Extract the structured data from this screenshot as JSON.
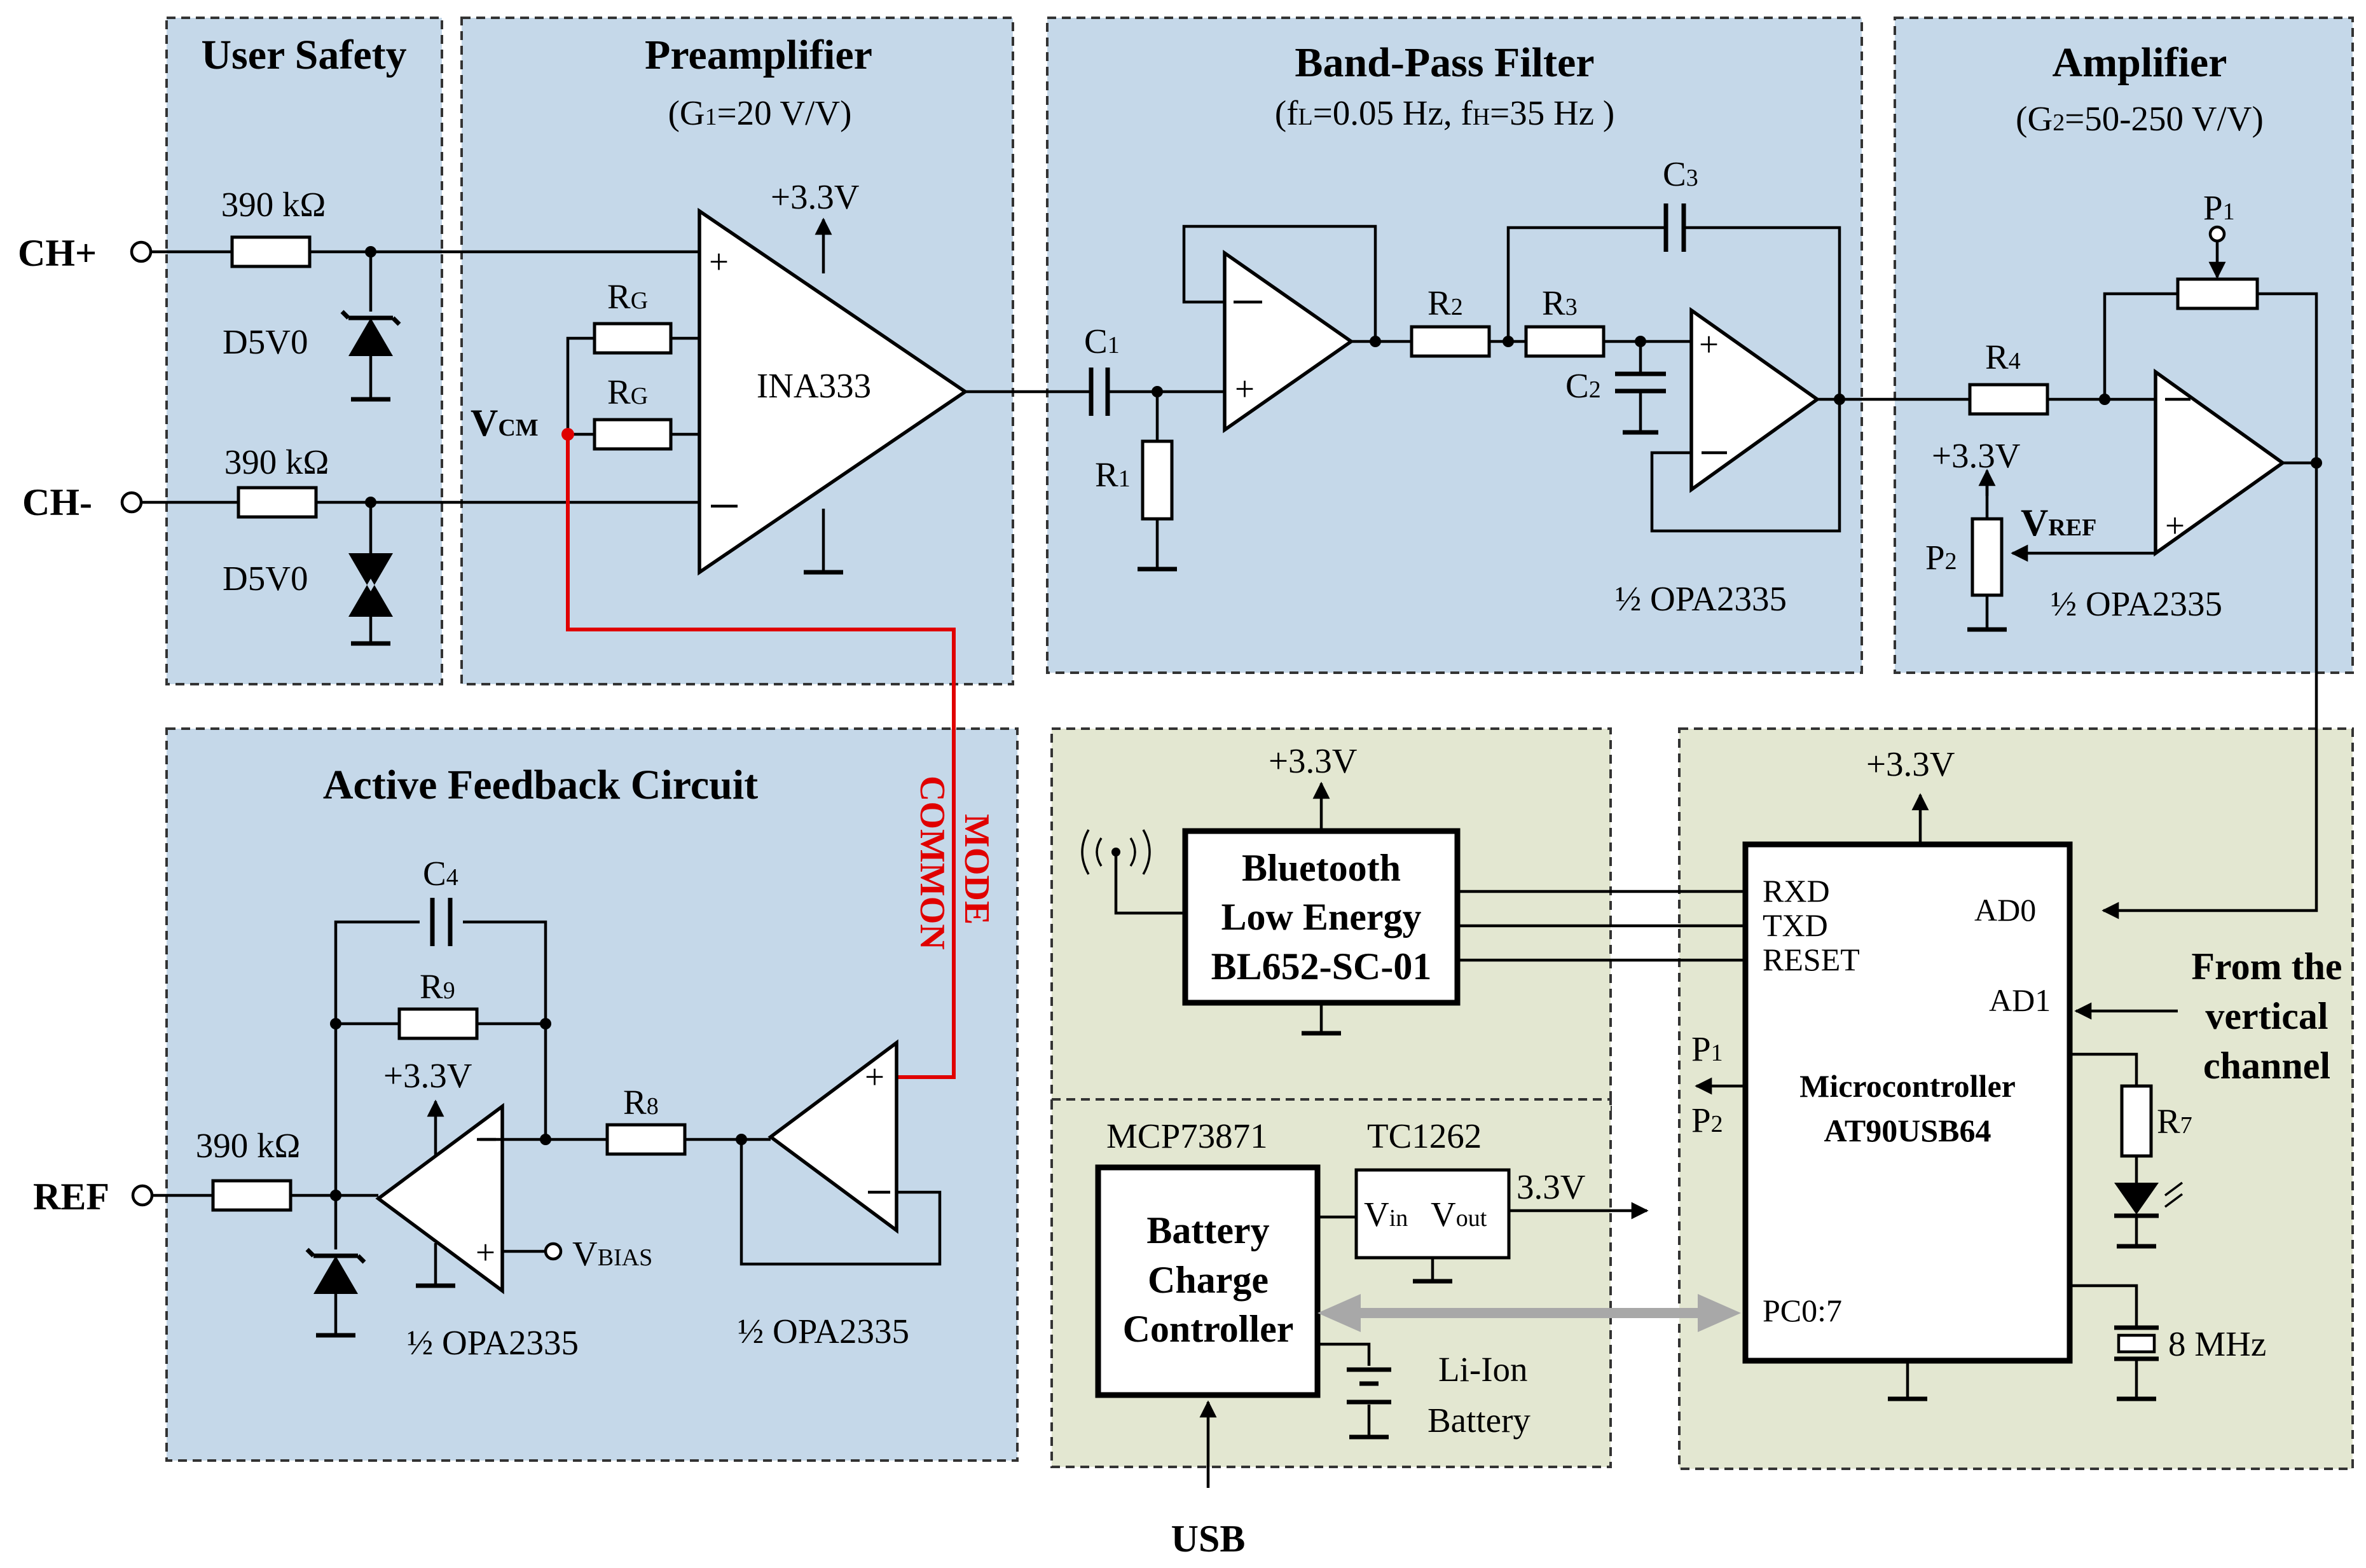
{
  "blocks": {
    "user_safety": {
      "title": "User Safety",
      "resistor_top": "390 kΩ",
      "resistor_bottom": "390 kΩ",
      "diode_top": "D5V0",
      "diode_bottom": "D5V0"
    },
    "preamplifier": {
      "title": "Preamplifier",
      "gain_g": "G",
      "gain_sub": "1",
      "gain_value": "=20 V/V)",
      "paren_open": "(",
      "supply": "+3.3V",
      "rg": "R",
      "rg_sub": "G",
      "ic": "INA333",
      "vcm": "V",
      "vcm_sub": "CM"
    },
    "band_pass": {
      "title": "Band-Pass Filter",
      "fl": "f",
      "fl_sub": "L",
      "fl_value": "=0.05 Hz, ",
      "fh": "f",
      "fh_sub": "H",
      "fh_value": "=35 Hz )",
      "paren_open": "(",
      "c1": "C",
      "c1_sub": "1",
      "r1": "R",
      "r1_sub": "1",
      "r2": "R",
      "r2_sub": "2",
      "r3": "R",
      "r3_sub": "3",
      "c2": "C",
      "c2_sub": "2",
      "c3": "C",
      "c3_sub": "3",
      "ic": "½ OPA2335"
    },
    "amplifier": {
      "title": "Amplifier",
      "gain_g": "G",
      "gain_sub": "2",
      "gain_value": "=50-250 V/V)",
      "paren_open": "(",
      "p1": "P",
      "p1_sub": "1",
      "r4": "R",
      "r4_sub": "4",
      "supply": "+3.3V",
      "vref": "V",
      "vref_sub": "REF",
      "p2": "P",
      "p2_sub": "2",
      "ic": "½ OPA2335"
    },
    "feedback": {
      "title": "Active Feedback Circuit",
      "c4": "C",
      "c4_sub": "4",
      "r9": "R",
      "r9_sub": "9",
      "supply": "+3.3V",
      "r8": "R",
      "r8_sub": "8",
      "resistor": "390 kΩ",
      "vbias": "V",
      "vbias_sub": "BIAS",
      "ic_left": "½ OPA2335",
      "ic_right": "½ OPA2335",
      "common": "COMMON",
      "mode": "MODE"
    },
    "bluetooth": {
      "supply": "+3.3V",
      "line1": "Bluetooth",
      "line2": "Low Energy",
      "line3": "BL652-SC-01"
    },
    "mcu": {
      "supply": "+3.3V",
      "rxd": "RXD",
      "txd": "TXD",
      "reset": "RESET",
      "ad0": "AD0",
      "ad1": "AD1",
      "p1": "P",
      "p1_sub": "1",
      "p2": "P",
      "p2_sub": "2",
      "line1": "Microcontroller",
      "line2": "AT90USB64",
      "pc": "PC0:7",
      "r7": "R",
      "r7_sub": "7",
      "crystal": "8 MHz"
    },
    "power": {
      "charger_part": "MCP73871",
      "reg_part": "TC1262",
      "line1": "Battery",
      "line2": "Charge",
      "line3": "Controller",
      "vin": "V",
      "vin_sub": "in",
      "vout": "V",
      "vout_sub": "out",
      "out": "3.3V",
      "battery1": "Li-Ion",
      "battery2": "Battery",
      "usb": "USB"
    }
  },
  "terminals": {
    "ch_plus": "CH+",
    "ch_minus": "CH-",
    "ref": "REF"
  },
  "external": {
    "line1": "From the",
    "line2": "vertical",
    "line3": "channel"
  },
  "colors": {
    "panel_blue": "#c5d8e9",
    "panel_green": "#e3e7d1",
    "common_mode_wire": "#e00000",
    "usb_arrow": "#a8a8a8"
  }
}
